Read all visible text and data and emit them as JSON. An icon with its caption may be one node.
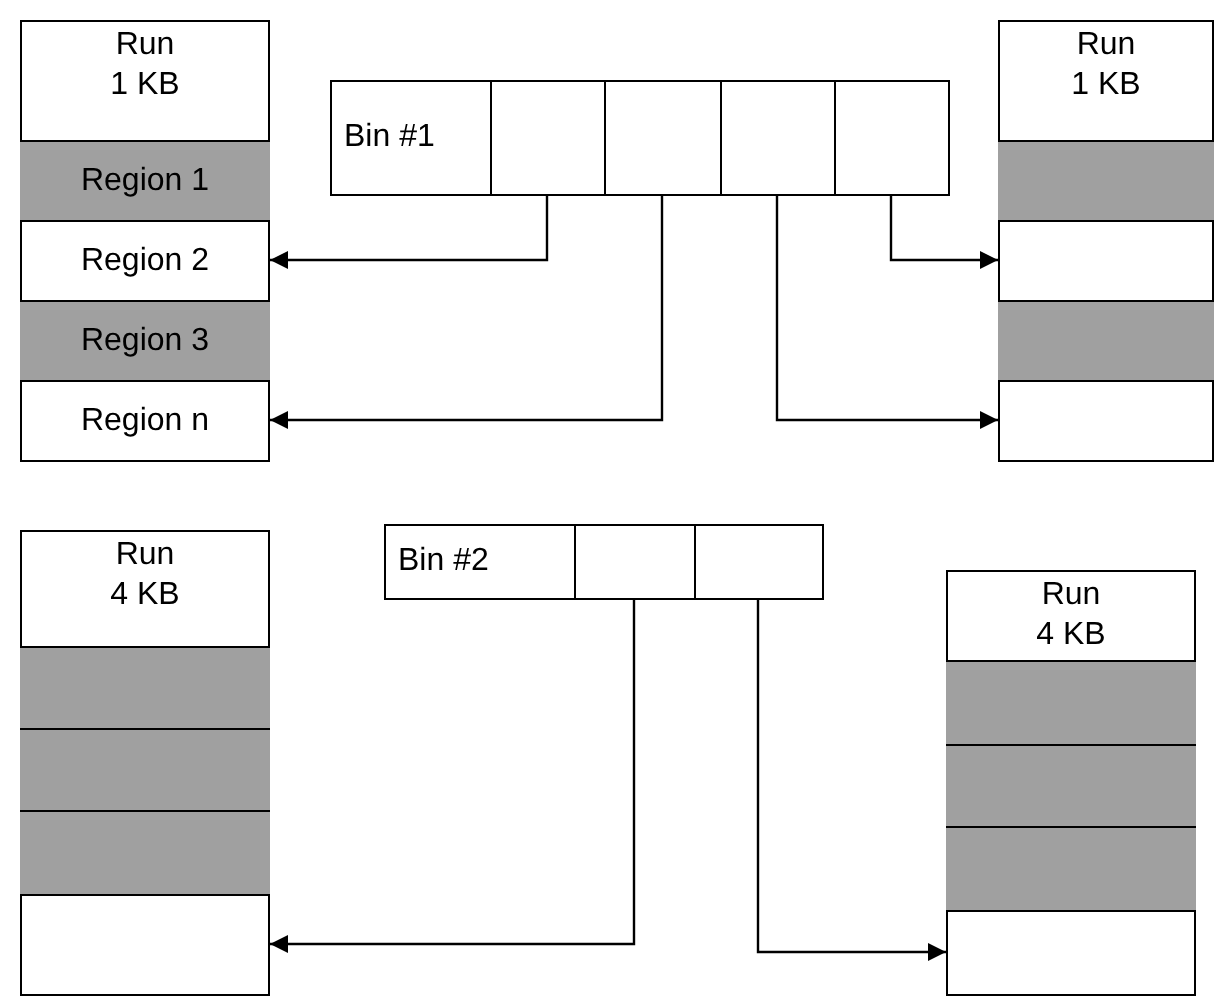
{
  "diagram": {
    "nodes": [
      {
        "text": [
          "Run 1 KB"
        ]
      },
      {
        "text": [
          "Region 1"
        ],
        "in": 0
      },
      {
        "text": [
          "Region 2"
        ],
        "in": 0
      },
      {
        "text": [
          "Region 3"
        ],
        "in": 0
      },
      {
        "text": [
          "Region n"
        ],
        "in": 0
      },
      {
        "text": [
          "Bin #1"
        ]
      },
      {
        "text": [],
        "shape": "box",
        "in": 5
      },
      {
        "text": [],
        "shape": "box",
        "in": 5
      },
      {
        "text": [],
        "shape": "box",
        "in": 5
      },
      {
        "text": [],
        "shape": "box",
        "in": 5
      },
      {
        "text": [
          "Run 1 KB"
        ]
      },
      {
        "text": [],
        "shape": "box",
        "in": 10
      },
      {
        "text": [],
        "shape": "box",
        "in": 10
      },
      {
        "text": [],
        "shape": "box",
        "in": 10
      },
      {
        "text": [],
        "shape": "box",
        "in": 10
      },
      {
        "text": [
          "Run 4 KB"
        ]
      },
      {
        "text": [],
        "shape": "box",
        "in": 15
      },
      {
        "text": [],
        "shape": "box",
        "in": 15
      },
      {
        "text": [],
        "shape": "box",
        "in": 15
      },
      {
        "text": [],
        "shape": "box",
        "in": 15
      },
      {
        "text": [
          "Bin #2"
        ]
      },
      {
        "text": [],
        "shape": "box",
        "in": 20
      },
      {
        "text": [],
        "shape": "box",
        "in": 20
      },
      {
        "text": [
          "Run 4 KB"
        ]
      },
      {
        "text": [],
        "shape": "box",
        "in": 23
      },
      {
        "text": [],
        "shape": "box",
        "in": 23
      },
      {
        "text": [],
        "shape": "box",
        "in": 23
      },
      {
        "text": [],
        "shape": "box",
        "in": 23
      }
    ],
    "edges": [
      {
        "from": 6,
        "to": 2,
        "arrow": "to"
      },
      {
        "from": 7,
        "to": 4,
        "arrow": "to"
      },
      {
        "from": 8,
        "to": 14,
        "arrow": "to"
      },
      {
        "from": 9,
        "to": 12,
        "arrow": "to"
      },
      {
        "from": 21,
        "to": 19,
        "arrow": "to"
      },
      {
        "from": 22,
        "to": 27,
        "arrow": "to"
      }
    ]
  }
}
